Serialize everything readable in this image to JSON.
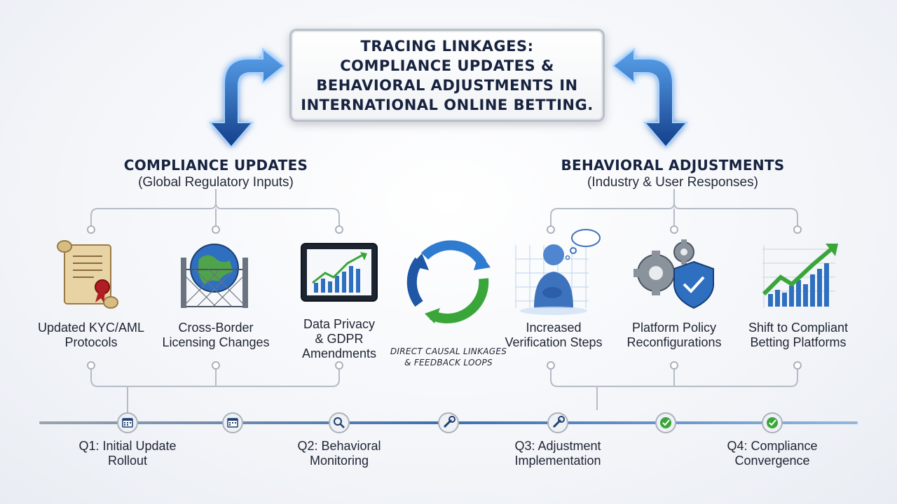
{
  "title": {
    "lines": [
      "TRACING LINKAGES:",
      "COMPLIANCE UPDATES &",
      "BEHAVIORAL ADJUSTMENTS IN",
      "INTERNATIONAL ONLINE BETTING."
    ]
  },
  "left": {
    "heading": "COMPLIANCE UPDATES",
    "subheading": "(Global Regulatory Inputs)",
    "items": [
      {
        "label_lines": [
          "Updated KYC/AML",
          "Protocols"
        ],
        "icon": "scroll-seal-icon"
      },
      {
        "label_lines": [
          "Cross-Border",
          "Licensing Changes"
        ],
        "icon": "globe-fence-icon"
      },
      {
        "label_lines": [
          "Data Privacy",
          "& GDPR",
          "Amendments"
        ],
        "icon": "tablet-chart-icon"
      }
    ]
  },
  "right": {
    "heading": "BEHAVIORAL ADJUSTMENTS",
    "subheading": "(Industry & User Responses)",
    "items": [
      {
        "label_lines": [
          "Increased",
          "Verification Steps"
        ],
        "icon": "user-thinking-icon"
      },
      {
        "label_lines": [
          "Platform Policy",
          "Reconfigurations"
        ],
        "icon": "gears-shield-icon"
      },
      {
        "label_lines": [
          "Shift to Compliant",
          "Betting Platforms"
        ],
        "icon": "growth-chart-icon"
      }
    ]
  },
  "center": {
    "causal_lines": [
      "DIRECT CAUSAL LINKAGES",
      "& FEEDBACK LOOPS"
    ],
    "icon": "feedback-loop-icon"
  },
  "timeline": {
    "nodes": [
      {
        "icon": "calendar-icon"
      },
      {
        "icon": "calendar-icon"
      },
      {
        "icon": "magnifier-icon"
      },
      {
        "icon": "wrench-icon"
      },
      {
        "icon": "wrench-icon"
      },
      {
        "icon": "checkmark-icon"
      },
      {
        "icon": "checkmark-icon"
      }
    ],
    "labels": [
      {
        "lines": [
          "Q1: Initial Update",
          "Rollout"
        ]
      },
      {
        "lines": [
          "Q2: Behavioral",
          "Monitoring"
        ]
      },
      {
        "lines": [
          "Q3: Adjustment",
          "Implementation"
        ]
      },
      {
        "lines": [
          "Q4: Compliance",
          "Convergence"
        ]
      }
    ]
  },
  "colors": {
    "navy": "#17233f",
    "arrow_blue": "#2a6fc4",
    "green": "#3aa63a",
    "connector": "#b5bcc6"
  }
}
